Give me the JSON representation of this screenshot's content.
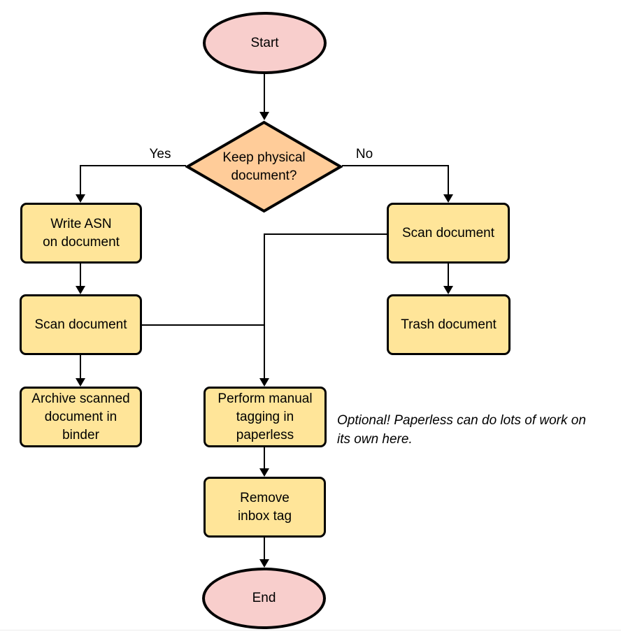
{
  "colors": {
    "background": "#ffffff",
    "terminal_fill": "#f8cecc",
    "process_fill": "#ffe599",
    "decision_fill": "#ffcc99",
    "stroke": "#000000",
    "text": "#000000",
    "footer_divider": "#ececec"
  },
  "nodes": {
    "start": {
      "shape": "ellipse",
      "label": "Start"
    },
    "keep_physical": {
      "shape": "diamond",
      "label": "Keep physical\ndocument?"
    },
    "write_asn": {
      "shape": "process",
      "label": "Write ASN\non document"
    },
    "scan_left": {
      "shape": "process",
      "label": "Scan document"
    },
    "archive": {
      "shape": "process",
      "label": "Archive scanned\ndocument in\nbinder"
    },
    "scan_right": {
      "shape": "process",
      "label": "Scan document"
    },
    "trash": {
      "shape": "process",
      "label": "Trash document"
    },
    "tagging": {
      "shape": "process",
      "label": "Perform manual\ntagging in\npaperless"
    },
    "remove_inbox": {
      "shape": "process",
      "label": "Remove\ninbox tag"
    },
    "end": {
      "shape": "ellipse",
      "label": "End"
    }
  },
  "edges": {
    "yes": {
      "label": "Yes"
    },
    "no": {
      "label": "No"
    }
  },
  "note": {
    "text": "Optional! Paperless can do lots of work on\nits own here."
  }
}
